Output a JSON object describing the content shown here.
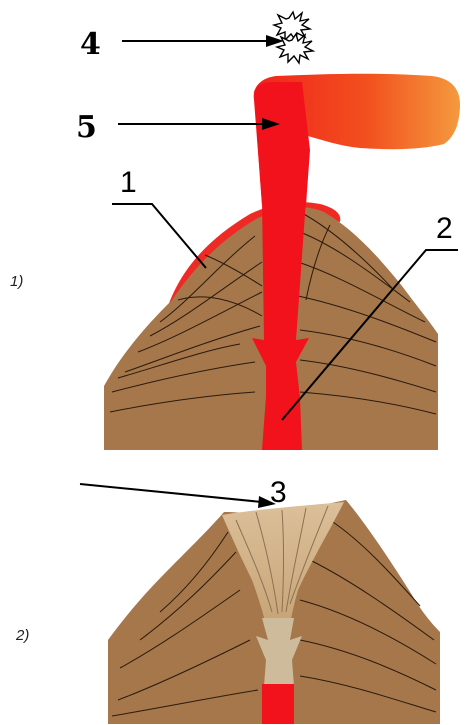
{
  "labels": {
    "n1": "1",
    "n2": "2",
    "n3": "3",
    "n4": "4",
    "n5": "5",
    "stage1": "1)",
    "stage2": "2)"
  },
  "colors": {
    "lava": "#f2121c",
    "plume_end": "#f49a3e",
    "rock": "#a5774a",
    "crater_fill": "#d7b88e",
    "plug": "#cdbb9c"
  }
}
